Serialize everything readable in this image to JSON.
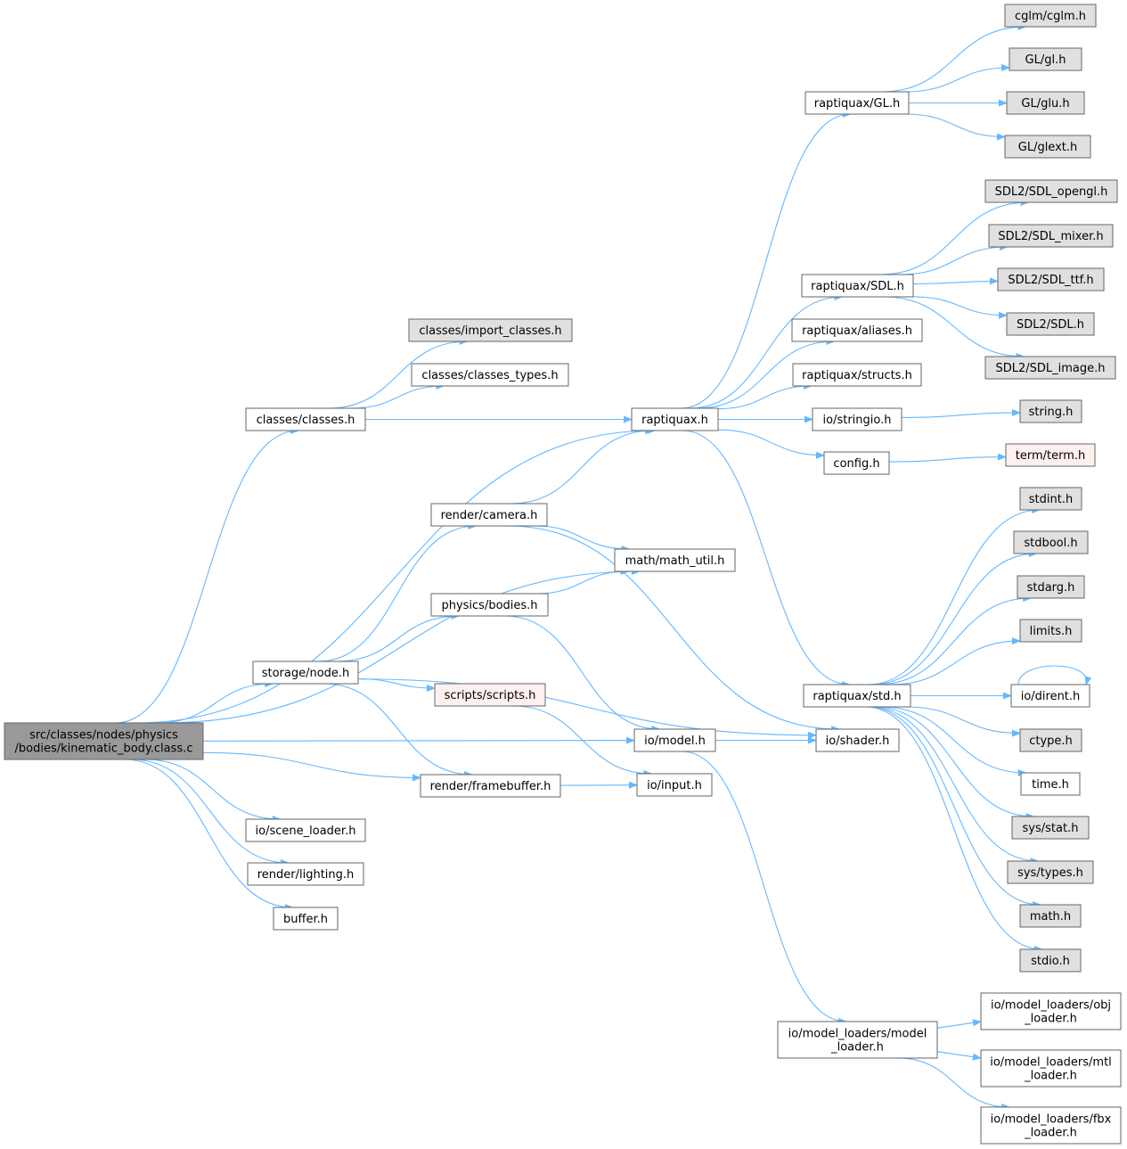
{
  "colors": {
    "root_fill": "#999999",
    "header_fill": "#ffffff",
    "external_fill": "#e0e0e0",
    "missing_fill": "#fff0f0",
    "missing_border": "#ff0000",
    "border": "#666666",
    "edge": "#63b8ff"
  },
  "nodes": [
    {
      "id": "root",
      "lines": [
        "src/classes/nodes/physics",
        "/bodies/kinematic_body.class.c"
      ],
      "kind": "root"
    },
    {
      "id": "classes_h",
      "lines": [
        "classes/classes.h"
      ],
      "kind": "header"
    },
    {
      "id": "import_classes",
      "lines": [
        "classes/import_classes.h"
      ],
      "kind": "external"
    },
    {
      "id": "classes_types",
      "lines": [
        "classes/classes_types.h"
      ],
      "kind": "header"
    },
    {
      "id": "raptiquax",
      "lines": [
        "raptiquax.h"
      ],
      "kind": "header"
    },
    {
      "id": "rgl",
      "lines": [
        "raptiquax/GL.h"
      ],
      "kind": "header"
    },
    {
      "id": "cglm",
      "lines": [
        "cglm/cglm.h"
      ],
      "kind": "external"
    },
    {
      "id": "glh",
      "lines": [
        "GL/gl.h"
      ],
      "kind": "external"
    },
    {
      "id": "gluh",
      "lines": [
        "GL/glu.h"
      ],
      "kind": "external"
    },
    {
      "id": "glext",
      "lines": [
        "GL/glext.h"
      ],
      "kind": "external"
    },
    {
      "id": "rsdl",
      "lines": [
        "raptiquax/SDL.h"
      ],
      "kind": "header"
    },
    {
      "id": "sdl_opengl",
      "lines": [
        "SDL2/SDL_opengl.h"
      ],
      "kind": "external"
    },
    {
      "id": "sdl_mixer",
      "lines": [
        "SDL2/SDL_mixer.h"
      ],
      "kind": "external"
    },
    {
      "id": "sdl_ttf",
      "lines": [
        "SDL2/SDL_ttf.h"
      ],
      "kind": "external"
    },
    {
      "id": "sdl_h",
      "lines": [
        "SDL2/SDL.h"
      ],
      "kind": "external"
    },
    {
      "id": "sdl_image",
      "lines": [
        "SDL2/SDL_image.h"
      ],
      "kind": "external"
    },
    {
      "id": "ralias",
      "lines": [
        "raptiquax/aliases.h"
      ],
      "kind": "header"
    },
    {
      "id": "rstructs",
      "lines": [
        "raptiquax/structs.h"
      ],
      "kind": "header"
    },
    {
      "id": "stringio",
      "lines": [
        "io/stringio.h"
      ],
      "kind": "header"
    },
    {
      "id": "string_h",
      "lines": [
        "string.h"
      ],
      "kind": "external"
    },
    {
      "id": "config",
      "lines": [
        "config.h"
      ],
      "kind": "header"
    },
    {
      "id": "term",
      "lines": [
        "term/term.h"
      ],
      "kind": "missing"
    },
    {
      "id": "camera",
      "lines": [
        "render/camera.h"
      ],
      "kind": "header"
    },
    {
      "id": "mathutil",
      "lines": [
        "math/math_util.h"
      ],
      "kind": "header"
    },
    {
      "id": "bodies",
      "lines": [
        "physics/bodies.h"
      ],
      "kind": "header"
    },
    {
      "id": "node",
      "lines": [
        "storage/node.h"
      ],
      "kind": "header"
    },
    {
      "id": "scripts",
      "lines": [
        "scripts/scripts.h"
      ],
      "kind": "missing"
    },
    {
      "id": "rstd",
      "lines": [
        "raptiquax/std.h"
      ],
      "kind": "header"
    },
    {
      "id": "stdint",
      "lines": [
        "stdint.h"
      ],
      "kind": "external"
    },
    {
      "id": "stdbool",
      "lines": [
        "stdbool.h"
      ],
      "kind": "external"
    },
    {
      "id": "stdarg",
      "lines": [
        "stdarg.h"
      ],
      "kind": "external"
    },
    {
      "id": "limits",
      "lines": [
        "limits.h"
      ],
      "kind": "external"
    },
    {
      "id": "dirent",
      "lines": [
        "io/dirent.h"
      ],
      "kind": "header"
    },
    {
      "id": "ctype",
      "lines": [
        "ctype.h"
      ],
      "kind": "external"
    },
    {
      "id": "time_h",
      "lines": [
        "time.h"
      ],
      "kind": "header"
    },
    {
      "id": "sysstat",
      "lines": [
        "sys/stat.h"
      ],
      "kind": "external"
    },
    {
      "id": "systypes",
      "lines": [
        "sys/types.h"
      ],
      "kind": "external"
    },
    {
      "id": "math_h",
      "lines": [
        "math.h"
      ],
      "kind": "external"
    },
    {
      "id": "stdio",
      "lines": [
        "stdio.h"
      ],
      "kind": "external"
    },
    {
      "id": "model",
      "lines": [
        "io/model.h"
      ],
      "kind": "header"
    },
    {
      "id": "shader",
      "lines": [
        "io/shader.h"
      ],
      "kind": "header"
    },
    {
      "id": "framebuffer",
      "lines": [
        "render/framebuffer.h"
      ],
      "kind": "header"
    },
    {
      "id": "input",
      "lines": [
        "io/input.h"
      ],
      "kind": "header"
    },
    {
      "id": "scene_loader",
      "lines": [
        "io/scene_loader.h"
      ],
      "kind": "header"
    },
    {
      "id": "lighting",
      "lines": [
        "render/lighting.h"
      ],
      "kind": "header"
    },
    {
      "id": "buffer",
      "lines": [
        "buffer.h"
      ],
      "kind": "header"
    },
    {
      "id": "model_loader",
      "lines": [
        "io/model_loaders/model",
        "_loader.h"
      ],
      "kind": "header"
    },
    {
      "id": "obj_loader",
      "lines": [
        "io/model_loaders/obj",
        "_loader.h"
      ],
      "kind": "header"
    },
    {
      "id": "mtl_loader",
      "lines": [
        "io/model_loaders/mtl",
        "_loader.h"
      ],
      "kind": "header"
    },
    {
      "id": "fbx_loader",
      "lines": [
        "io/model_loaders/fbx",
        "_loader.h"
      ],
      "kind": "header"
    }
  ],
  "edges": [
    [
      "root",
      "classes_h"
    ],
    [
      "root",
      "raptiquax"
    ],
    [
      "root",
      "mathutil"
    ],
    [
      "root",
      "node"
    ],
    [
      "root",
      "model"
    ],
    [
      "root",
      "framebuffer"
    ],
    [
      "root",
      "scene_loader"
    ],
    [
      "root",
      "lighting"
    ],
    [
      "root",
      "buffer"
    ],
    [
      "classes_h",
      "import_classes"
    ],
    [
      "classes_h",
      "classes_types"
    ],
    [
      "classes_h",
      "raptiquax"
    ],
    [
      "raptiquax",
      "rgl"
    ],
    [
      "raptiquax",
      "rsdl"
    ],
    [
      "raptiquax",
      "ralias"
    ],
    [
      "raptiquax",
      "rstructs"
    ],
    [
      "raptiquax",
      "stringio"
    ],
    [
      "raptiquax",
      "config"
    ],
    [
      "raptiquax",
      "rstd"
    ],
    [
      "rgl",
      "cglm"
    ],
    [
      "rgl",
      "glh"
    ],
    [
      "rgl",
      "gluh"
    ],
    [
      "rgl",
      "glext"
    ],
    [
      "rsdl",
      "sdl_opengl"
    ],
    [
      "rsdl",
      "sdl_mixer"
    ],
    [
      "rsdl",
      "sdl_ttf"
    ],
    [
      "rsdl",
      "sdl_h"
    ],
    [
      "rsdl",
      "sdl_image"
    ],
    [
      "stringio",
      "string_h"
    ],
    [
      "config",
      "term"
    ],
    [
      "camera",
      "raptiquax"
    ],
    [
      "camera",
      "mathutil"
    ],
    [
      "camera",
      "shader"
    ],
    [
      "bodies",
      "mathutil"
    ],
    [
      "bodies",
      "model"
    ],
    [
      "node",
      "camera"
    ],
    [
      "node",
      "bodies"
    ],
    [
      "node",
      "scripts"
    ],
    [
      "node",
      "shader"
    ],
    [
      "node",
      "framebuffer"
    ],
    [
      "scripts",
      "input"
    ],
    [
      "rstd",
      "stdint"
    ],
    [
      "rstd",
      "stdbool"
    ],
    [
      "rstd",
      "stdarg"
    ],
    [
      "rstd",
      "limits"
    ],
    [
      "rstd",
      "dirent"
    ],
    [
      "rstd",
      "ctype"
    ],
    [
      "rstd",
      "time_h"
    ],
    [
      "rstd",
      "sysstat"
    ],
    [
      "rstd",
      "systypes"
    ],
    [
      "rstd",
      "math_h"
    ],
    [
      "rstd",
      "stdio"
    ],
    [
      "dirent",
      "dirent"
    ],
    [
      "model",
      "shader"
    ],
    [
      "model",
      "model_loader"
    ],
    [
      "framebuffer",
      "input"
    ],
    [
      "model_loader",
      "obj_loader"
    ],
    [
      "model_loader",
      "mtl_loader"
    ],
    [
      "model_loader",
      "fbx_loader"
    ]
  ]
}
